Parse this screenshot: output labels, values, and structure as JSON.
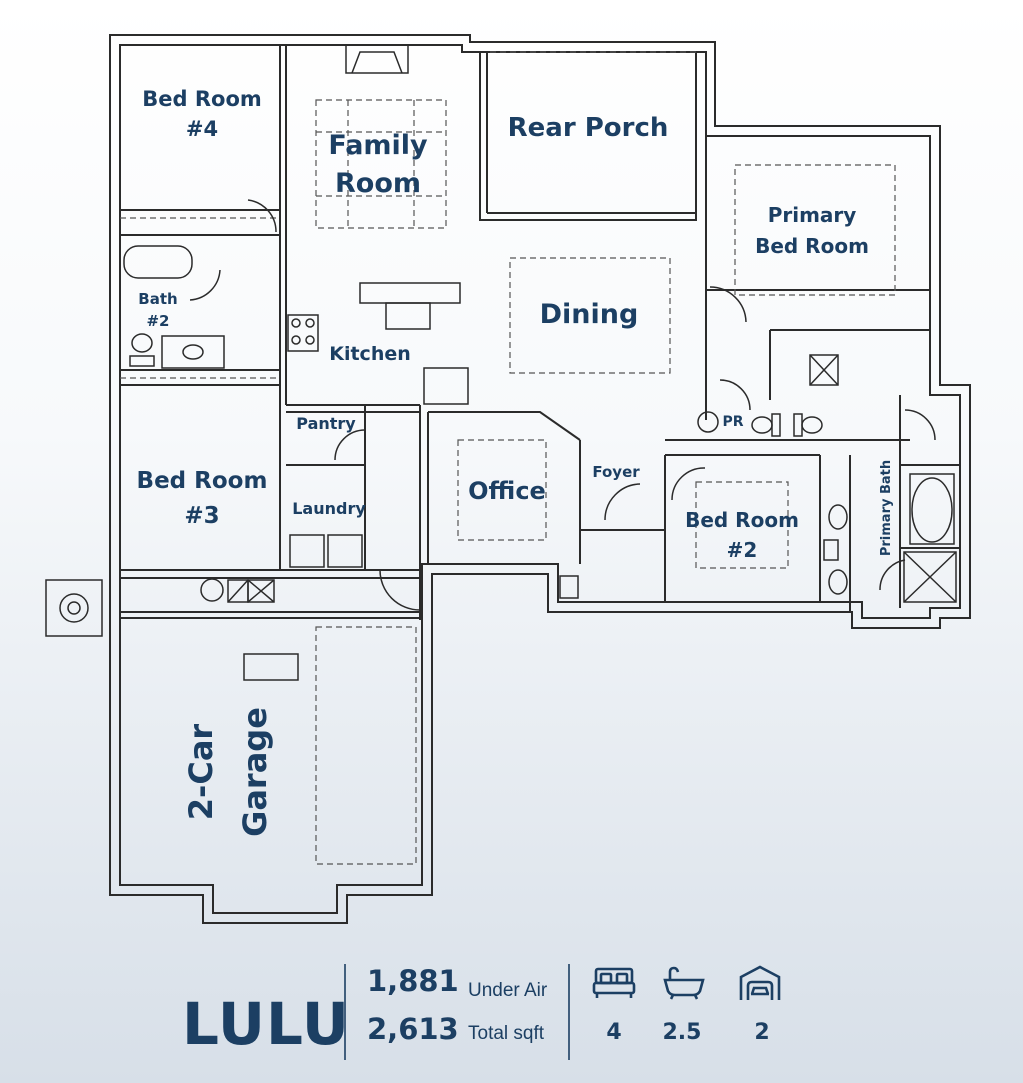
{
  "plan": {
    "rooms": {
      "bed4_a": "Bed Room",
      "bed4_b": "#4",
      "family_a": "Family",
      "family_b": "Room",
      "rear_porch": "Rear Porch",
      "primary_bed_a": "Primary",
      "primary_bed_b": "Bed Room",
      "bath2_a": "Bath",
      "bath2_b": "#2",
      "kitchen": "Kitchen",
      "dining": "Dining",
      "pantry": "Pantry",
      "pr": "PR",
      "bed3_a": "Bed Room",
      "bed3_b": "#3",
      "office": "Office",
      "foyer": "Foyer",
      "bed2_a": "Bed Room",
      "bed2_b": "#2",
      "primary_bath": "Primary Bath",
      "laundry": "Laundry",
      "garage_a": "2-Car",
      "garage_b": "Garage"
    }
  },
  "footer": {
    "name": "LULU",
    "under_air_value": "1,881",
    "under_air_label": "Under Air",
    "total_value": "2,613",
    "total_label": "Total sqft",
    "beds": "4",
    "baths": "2.5",
    "garage": "2",
    "icons": [
      "bed-icon",
      "bathtub-icon",
      "garage-icon"
    ]
  },
  "colors": {
    "accent": "#1c3f63",
    "wall": "#2b2b2b"
  }
}
